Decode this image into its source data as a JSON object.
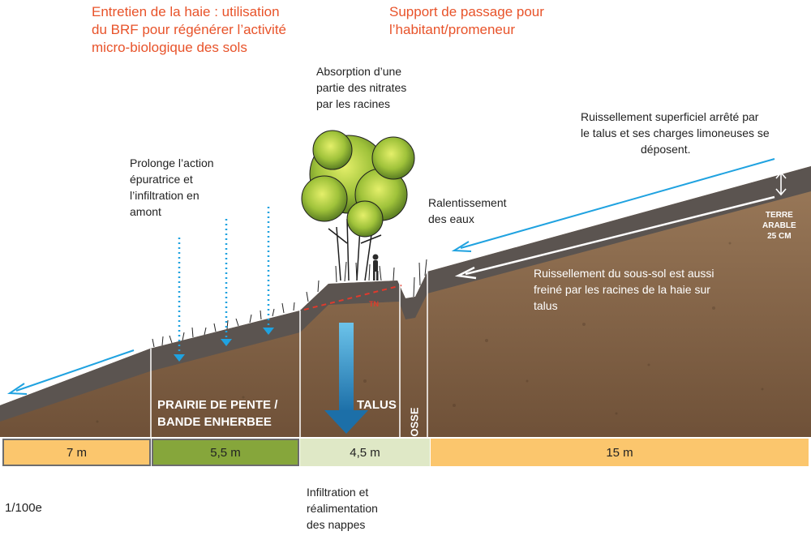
{
  "headers": {
    "hedge_maintenance": [
      "Entretien de la haie : utilisation",
      "du BRF pour régénérer l’activité",
      "micro-biologique des sols"
    ],
    "passage_support": [
      "Support de passage pour",
      "l’habitant/promeneur"
    ]
  },
  "annotations": {
    "nitrate_absorption": [
      "Absorption d’une",
      "partie des nitrates",
      "par les racines"
    ],
    "prolong_action": [
      "Prolonge l’action",
      "épuratrice et",
      "l’infiltration en",
      "amont"
    ],
    "slowing_water": [
      "Ralentissement",
      "des eaux"
    ],
    "surface_runoff": [
      "Ruissellement superficiel arrêté par",
      "le talus et ses charges limoneuses se",
      "déposent."
    ],
    "subsoil_runoff": [
      "Ruissellement du sous-sol est aussi",
      "freiné par les racines de la haie sur",
      "talus"
    ],
    "infiltration": [
      "Infiltration et",
      "réalimentation",
      "des nappes"
    ],
    "topsoil": [
      "TERRE",
      "ARABLE",
      "25 CM"
    ],
    "tn_marker": "TN"
  },
  "zones": {
    "prairie": [
      "PRAIRIE DE PENTE /",
      "BANDE ENHERBEE"
    ],
    "talus": "TALUS",
    "fosse": "FOSSE"
  },
  "scale_bar": [
    {
      "label": "7 m",
      "color": "#fbc66d"
    },
    {
      "label": "5,5  m",
      "color": "#86a63b"
    },
    {
      "label": "4,5 m",
      "color": "#dfe8c6"
    },
    {
      "label": "15 m",
      "color": "#fbc66d"
    }
  ],
  "scale_ratio": "1/100e",
  "colors": {
    "header_text": "#e8532a",
    "runoff_arrow": "#1fa2e0",
    "infiltration_arrow": "#2e86b8",
    "soil": "#8a6a4e",
    "topsoil": "#5b5450"
  }
}
